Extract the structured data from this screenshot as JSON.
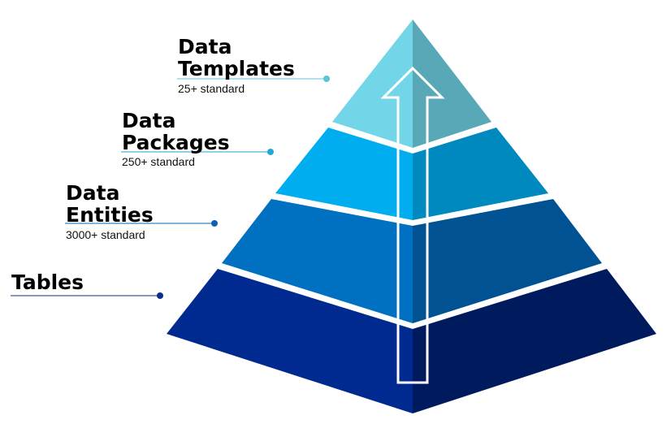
{
  "layers": [
    {
      "label_line1": "Data",
      "label_line2": "Templates",
      "subtitle": "25+ standard",
      "left_color": "#72D6E8",
      "right_color": "#58A8B8",
      "callout_color": "#5CC5DA"
    },
    {
      "label_line1": "Data",
      "label_line2": "Packages",
      "subtitle": "250+ standard",
      "left_color": "#00AEEF",
      "right_color": "#0089BE",
      "callout_color": "#22A8D8"
    },
    {
      "label_line1": "Data",
      "label_line2": "Entities",
      "subtitle": "3000+ standard",
      "left_color": "#0070C0",
      "right_color": "#005293",
      "callout_color": "#0A63B0"
    },
    {
      "label_line1": "Tables",
      "left_color": "#002A8F",
      "right_color": "#001A5E",
      "callout_color": "#0A2E8A"
    }
  ],
  "arrow": {
    "icon": "up-arrow-outline-icon",
    "color": "#ffffff"
  }
}
